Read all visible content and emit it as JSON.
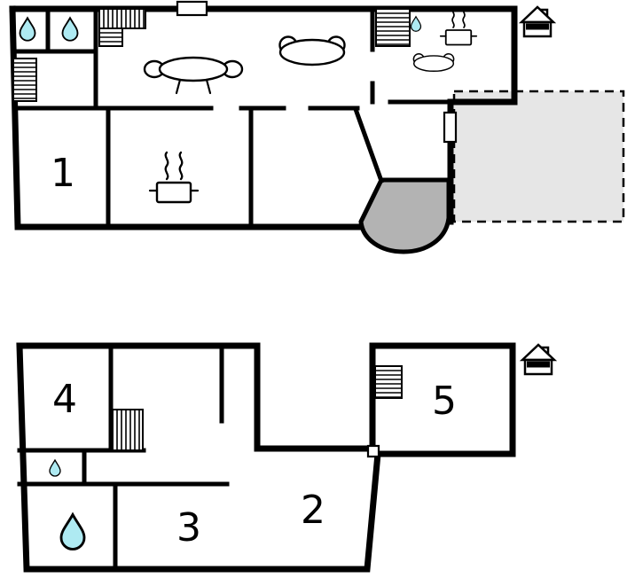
{
  "title": "vacation-home-floor-plan",
  "colors": {
    "wall": "#000000",
    "water": "#aeeaf2",
    "porch": "#b3b3b3",
    "terrace": "#e6e6e6",
    "background": "#ffffff"
  },
  "rooms": {
    "r1": "1",
    "r2": "2",
    "r3": "3",
    "r4": "4",
    "r5": "5"
  },
  "icons": {
    "water_drop": "teardrop-shape (bathroom)",
    "water_drop_large": "large-teardrop-shape (bathroom)",
    "stairs": "hatched-rectangle staircase",
    "dining_table": "oval table with two chairs",
    "sofa": "oval sofa with armrests",
    "stove": "pot with rising steam",
    "house_marker": "house pictogram entrance marker",
    "door": "white door opening in wall",
    "window": "white window opening in wall",
    "terrace": "dashed outlined terrace area",
    "porch": "gray rounded entrance porch"
  }
}
